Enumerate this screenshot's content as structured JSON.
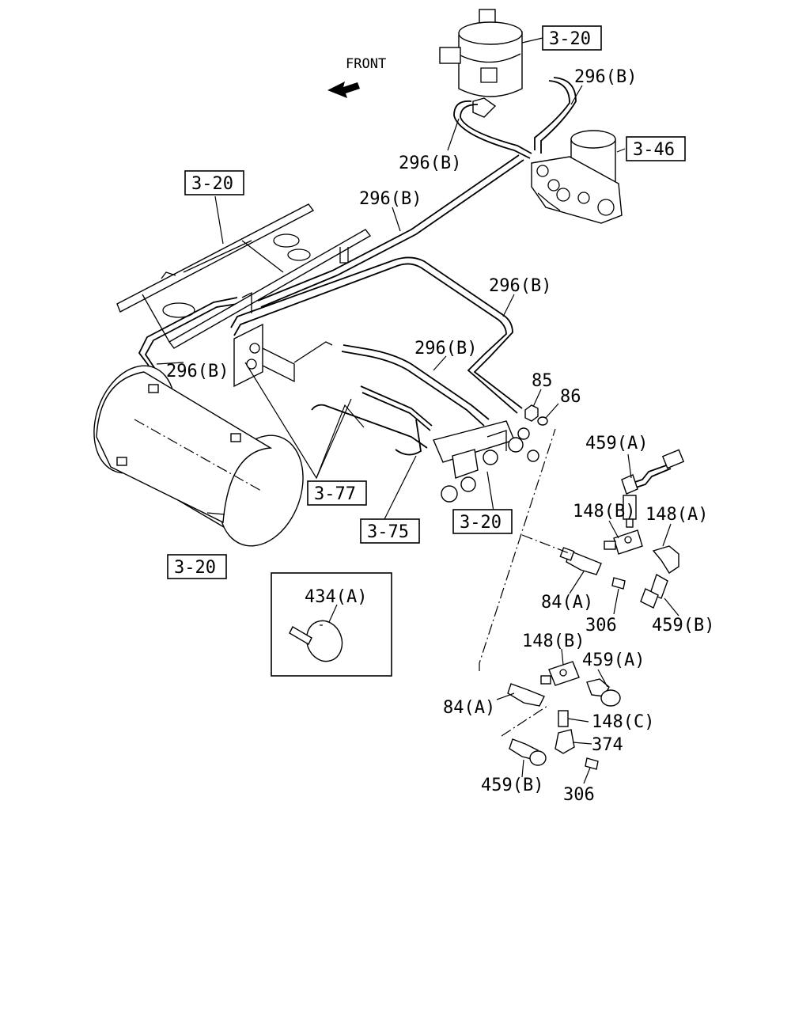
{
  "direction": {
    "label": "FRONT"
  },
  "refs": {
    "r1": "3-20",
    "r2": "3-46",
    "r3": "3-20",
    "r4": "3-77",
    "r5": "3-75",
    "r6": "3-20",
    "r7": "3-20"
  },
  "callouts": {
    "c1": "296(B)",
    "c2": "296(B)",
    "c3": "296(B)",
    "c4": "296(B)",
    "c5": "296(B)",
    "c6": "296(B)",
    "c7": "85",
    "c8": "86",
    "c9": "459(A)",
    "c10": "148(B)",
    "c11": "148(A)",
    "c12": "84(A)",
    "c13": "306",
    "c14": "459(B)",
    "c15": "434(A)",
    "c16": "148(B)",
    "c17": "459(A)",
    "c18": "84(A)",
    "c19": "148(C)",
    "c20": "374",
    "c21": "459(B)",
    "c22": "306"
  }
}
